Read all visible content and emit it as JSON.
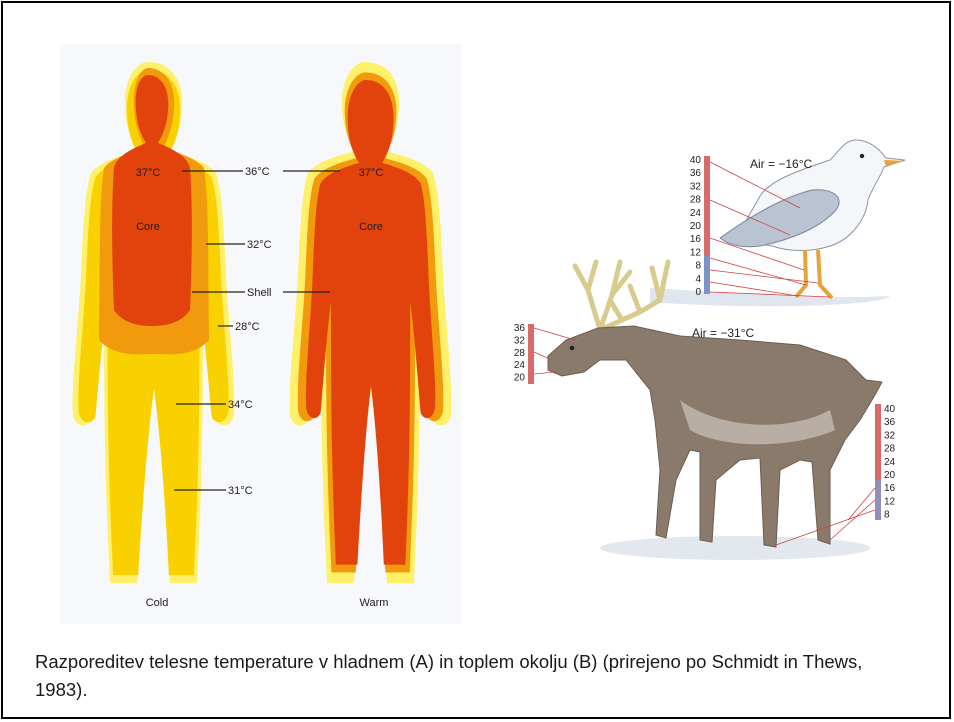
{
  "humans": {
    "cold_label": "Cold",
    "warm_label": "Warm",
    "core_temp_cold": "37°C",
    "core_temp_warm": "37°C",
    "core_cold": "Core",
    "core_warm": "Core",
    "t36": "36°C",
    "t32": "32°C",
    "shell": "Shell",
    "t28": "28°C",
    "t34": "34°C",
    "t31": "31°C"
  },
  "gull": {
    "air": "Air = −16°C",
    "scale": [
      "40",
      "36",
      "32",
      "28",
      "24",
      "20",
      "16",
      "12",
      "8",
      "4",
      "0"
    ]
  },
  "reindeer": {
    "air": "Air = −31°C",
    "head_scale": [
      "36",
      "32",
      "28",
      "24",
      "20"
    ],
    "leg_scale": [
      "40",
      "36",
      "32",
      "28",
      "24",
      "20",
      "16",
      "12",
      "8"
    ]
  },
  "colors": {
    "core": "#e2420c",
    "mid": "#f19a0e",
    "shell": "#fad100",
    "outer": "#fff06a"
  },
  "caption": "Razporeditev telesne temperature v hladnem (A) in toplem okolju (B) (prirejeno po Schmidt in Thews, 1983)."
}
